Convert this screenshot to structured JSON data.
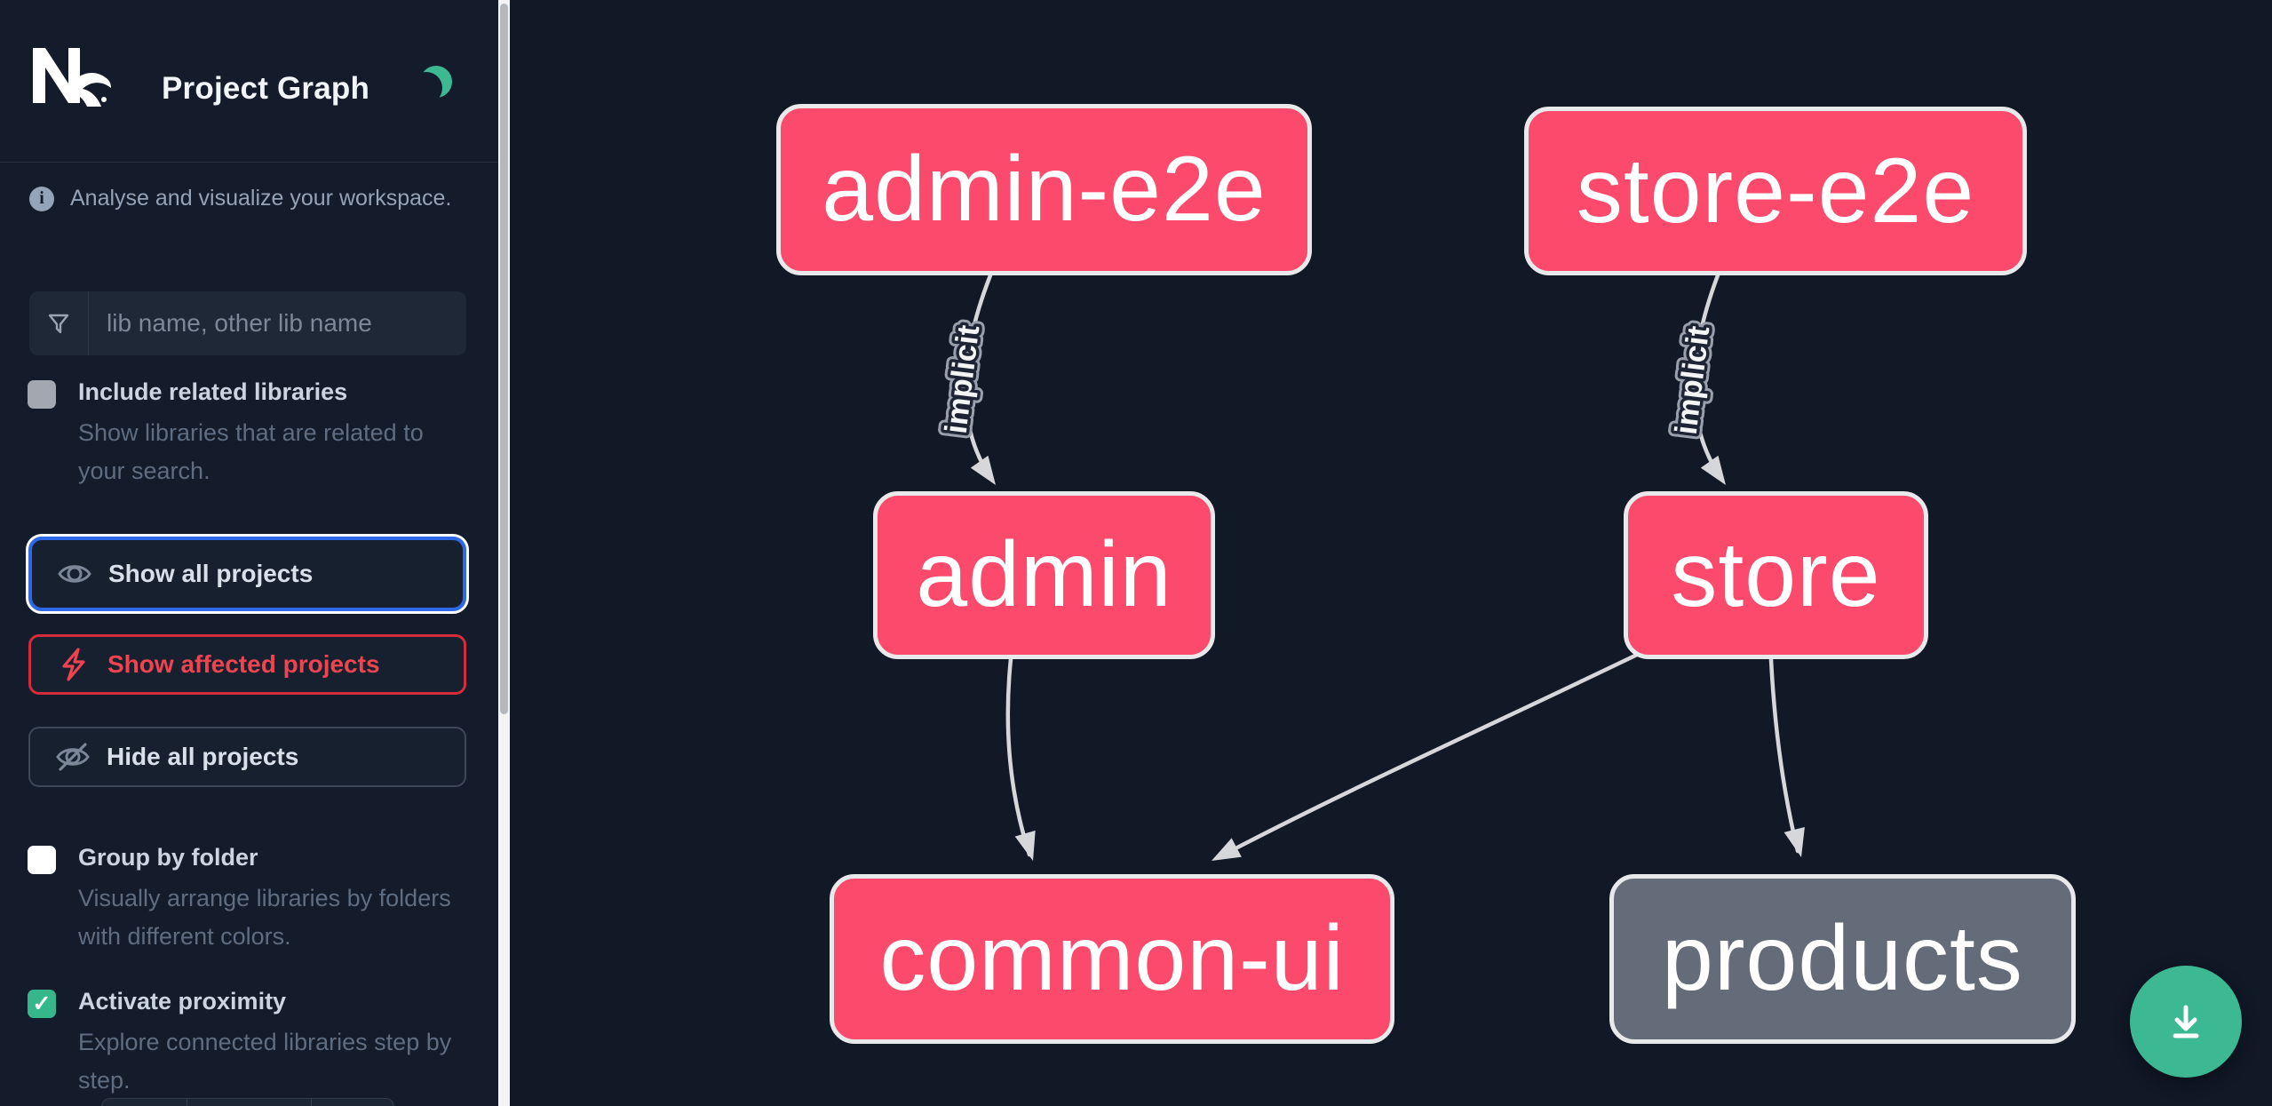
{
  "app": {
    "title": "Project Graph"
  },
  "colors": {
    "sidebar_bg": "#141b2a",
    "graph_bg": "#111826",
    "node_pink": "#fb4a6c",
    "node_gray": "#656c79",
    "node_border": "#e8e9eb",
    "edge_gray": "#d5d7db",
    "accent_green": "#3cb992",
    "focus_blue": "#2d68e8",
    "alert_red": "#ef4444"
  },
  "sidebar": {
    "tagline": "Analyse and visualize your workspace.",
    "search_placeholder": "lib name, other lib name",
    "option_related": {
      "label": "Include related libraries",
      "description": "Show libraries that are related to your search.",
      "checked": false
    },
    "option_group": {
      "label": "Group by folder",
      "description": "Visually arrange libraries by folders with different colors.",
      "checked": false
    },
    "option_proximity": {
      "label": "Activate proximity",
      "description": "Explore connected libraries step by step.",
      "checked": true
    },
    "buttons": {
      "show_all": "Show all projects",
      "show_affected": "Show affected projects",
      "hide_all": "Hide all projects"
    }
  },
  "graph": {
    "nodes": [
      {
        "id": "admin-e2e",
        "label": "admin-e2e",
        "style": "pink"
      },
      {
        "id": "store-e2e",
        "label": "store-e2e",
        "style": "pink"
      },
      {
        "id": "admin",
        "label": "admin",
        "style": "pink"
      },
      {
        "id": "store",
        "label": "store",
        "style": "pink"
      },
      {
        "id": "common-ui",
        "label": "common-ui",
        "style": "pink"
      },
      {
        "id": "products",
        "label": "products",
        "style": "gray"
      }
    ],
    "edges": [
      {
        "from": "admin-e2e",
        "to": "admin",
        "label": "implicit"
      },
      {
        "from": "store-e2e",
        "to": "store",
        "label": "implicit"
      },
      {
        "from": "admin",
        "to": "common-ui",
        "label": ""
      },
      {
        "from": "store",
        "to": "common-ui",
        "label": ""
      },
      {
        "from": "store",
        "to": "products",
        "label": ""
      }
    ]
  },
  "fab": {
    "icon": "download-icon"
  }
}
